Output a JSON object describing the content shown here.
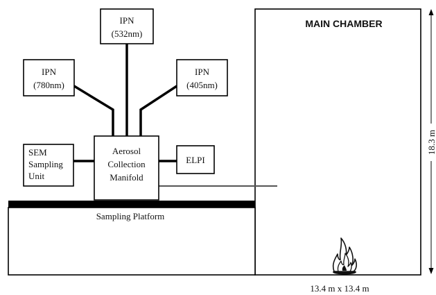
{
  "chamber": {
    "title": "MAIN CHAMBER",
    "height_label": "18.3 m",
    "floor_label": "13.4 m x 13.4 m"
  },
  "platform": {
    "label": "Sampling Platform"
  },
  "manifold": {
    "lines": [
      "Aerosol",
      "Collection",
      "Manifold"
    ]
  },
  "instruments": {
    "ipn_532": {
      "lines": [
        "IPN",
        "(532nm)"
      ]
    },
    "ipn_780": {
      "lines": [
        "IPN",
        "(780nm)"
      ]
    },
    "ipn_405": {
      "lines": [
        "IPN",
        "(405nm)"
      ]
    },
    "sem": {
      "lines": [
        "SEM",
        "Sampling",
        "Unit"
      ]
    },
    "elpi": {
      "lines": [
        "ELPI"
      ]
    }
  },
  "fire_icon": "flame-icon"
}
